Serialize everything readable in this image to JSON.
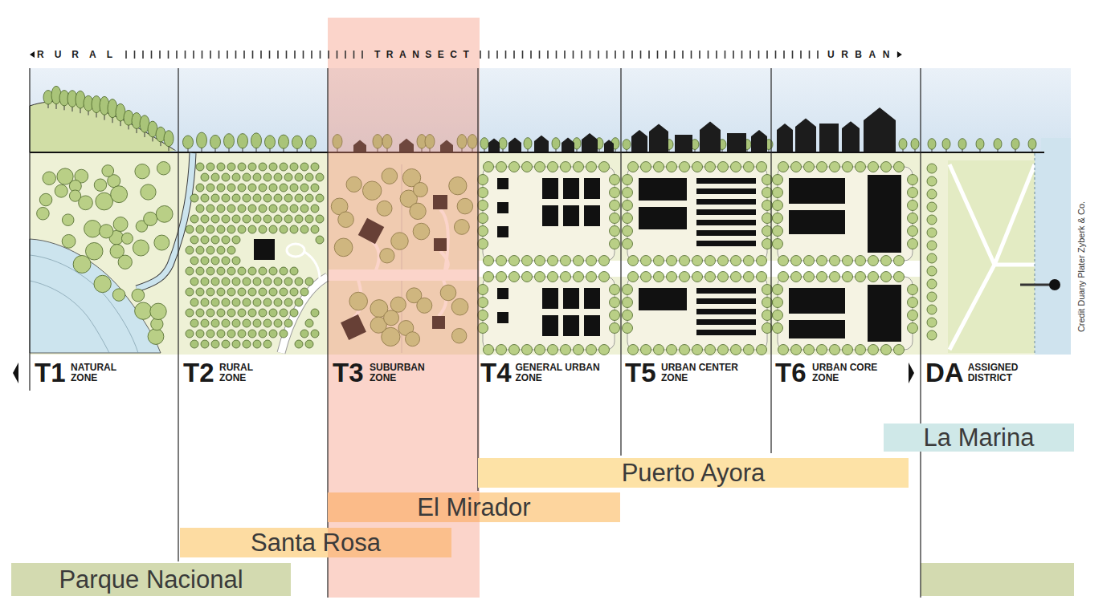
{
  "diagram": {
    "nodes": [
      {
        "text": [
          "La Marina"
        ]
      },
      {
        "text": [
          "Puerto Ayora"
        ]
      },
      {
        "text": [
          "El Mirador"
        ]
      },
      {
        "text": [
          "Santa Rosa"
        ]
      },
      {
        "text": [
          "Parque Nacional"
        ]
      }
    ],
    "labels": [
      "RURAL",
      "TRANSECT",
      "URBAN",
      "T1",
      "NATURAL ZONE",
      "T2",
      "RURAL ZONE",
      "T3",
      "SUBURBAN ZONE",
      "T4",
      "GENERAL URBAN ZONE",
      "T5",
      "URBAN CENTER ZONE",
      "T6",
      "URBAN CORE ZONE",
      "DA",
      "ASSIGNED DISTRICT",
      "Credit Duany Plater Zyberk & Co."
    ]
  }
}
